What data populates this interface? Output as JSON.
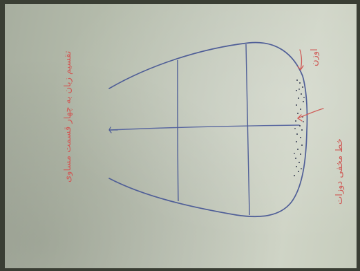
{
  "photo": {
    "description_type": "hand drawn diagram on paper (photo)",
    "colors": {
      "ink_blue": "#4f5e97",
      "ink_red": "#cf5b57",
      "paper": "#c3c9bb"
    }
  },
  "annotations": {
    "left_text": "تقسیم زبان به چهار قسمت مساوی",
    "top_right_text": "اوزن",
    "right_text": "خط مخفی دوزات"
  }
}
